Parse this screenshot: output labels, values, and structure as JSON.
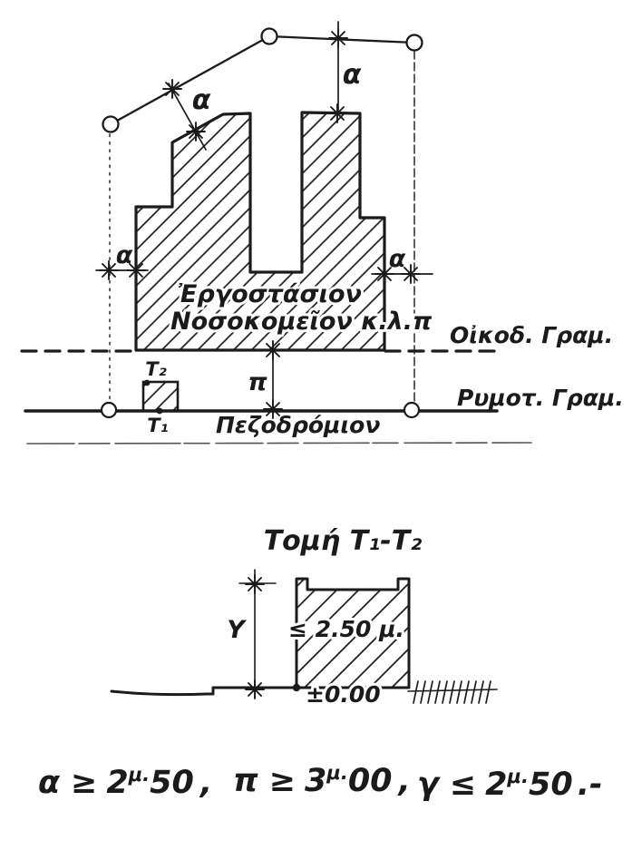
{
  "palette": {
    "ink": "#1b1b1b",
    "paper": "#ffffff"
  },
  "plan": {
    "dim_a": "α",
    "dim_pi": "π",
    "building_label_line1": "Ἐργοστάσιον",
    "building_label_line2": "Νοσοκομεῖον κ.λ.π",
    "building_line_label": "Οἰκοδ. Γραμ.",
    "street_line_label": "Ρυμοτ. Γραμ.",
    "sidewalk_label": "Πεζοδρόμιον",
    "section_point_top": "Τ₂",
    "section_point_bottom": "Τ₁"
  },
  "section": {
    "title": "Τομή Τ₁-Τ₂",
    "height_dim": "Y",
    "max_height_note": "≤ 2.50 μ.",
    "datum_label": "±0.00"
  },
  "formula": {
    "terms": [
      {
        "lhs": "α",
        "op": "≥",
        "base": "2",
        "sup": "μ.",
        "dec": "50",
        "tail": ","
      },
      {
        "lhs": "π",
        "op": "≥",
        "base": "3",
        "sup": "μ.",
        "dec": "00",
        "tail": ","
      },
      {
        "lhs": "γ",
        "op": "≤",
        "base": "2",
        "sup": "μ.",
        "dec": "50",
        "tail": ".-"
      }
    ]
  }
}
